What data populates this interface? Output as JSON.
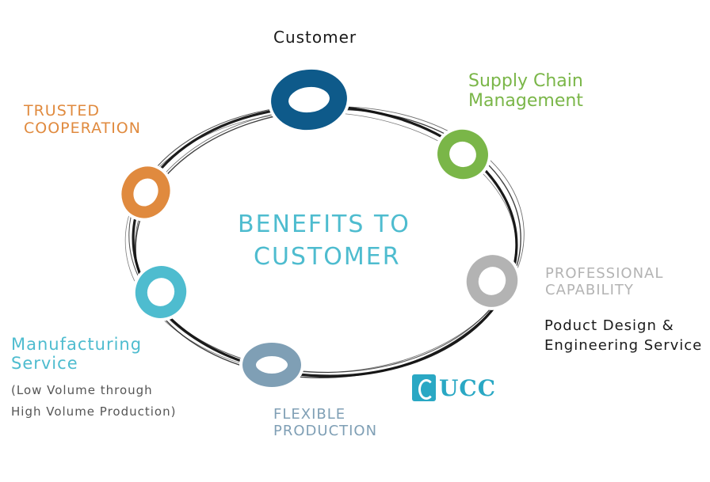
{
  "center_title": [
    "BENEFITS TO",
    "CUSTOMER"
  ],
  "nodes": {
    "customer": {
      "label": "Customer",
      "color": "#0e5a8a"
    },
    "supply_chain": {
      "label": [
        "Supply Chain",
        "Management"
      ],
      "color": "#7ab648"
    },
    "professional": {
      "label": [
        "PROFESSIONAL",
        "CAPABILITY"
      ],
      "color": "#b3b3b3",
      "detail": [
        "Poduct Design &",
        "Engineering Service"
      ]
    },
    "flexible": {
      "label": [
        "FLEXIBLE",
        "PRODUCTION"
      ],
      "color": "#7f9fb5"
    },
    "manufacturing": {
      "label": [
        "Manufacturing",
        "Service"
      ],
      "color": "#4ebccf",
      "detail": [
        "(Low Volume through",
        "High Volume Production)"
      ]
    },
    "trusted": {
      "label": [
        "TRUSTED",
        "COOPERATION"
      ],
      "color": "#e08a3e"
    }
  },
  "title_color": "#4ebccf",
  "logo": {
    "text": "UCC",
    "color": "#2aa8c4"
  }
}
